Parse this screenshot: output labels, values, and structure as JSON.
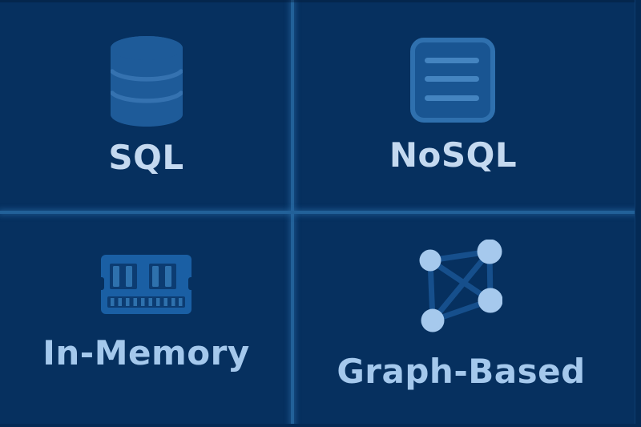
{
  "quadrants": [
    {
      "id": "sql",
      "label": "SQL",
      "icon": "database-cylinder-icon"
    },
    {
      "id": "nosql",
      "label": "NoSQL",
      "icon": "document-lines-icon"
    },
    {
      "id": "in-memory",
      "label": "In-Memory",
      "icon": "ram-module-icon"
    },
    {
      "id": "graph-based",
      "label": "Graph-Based",
      "icon": "graph-network-icon"
    }
  ],
  "colors": {
    "background": "#06305f",
    "divider": "#226199",
    "icon_medium_blue": "#1e5b99",
    "icon_bright_blue": "#1a5fa4",
    "icon_dark_inset": "#0c3c72",
    "icon_light_detail": "#4484c0",
    "graph_node": "#a6c9ed",
    "graph_edge": "#164f8c",
    "label_top_color": "#c4d9f0",
    "label_bottom_color": "#a4c8ec"
  }
}
